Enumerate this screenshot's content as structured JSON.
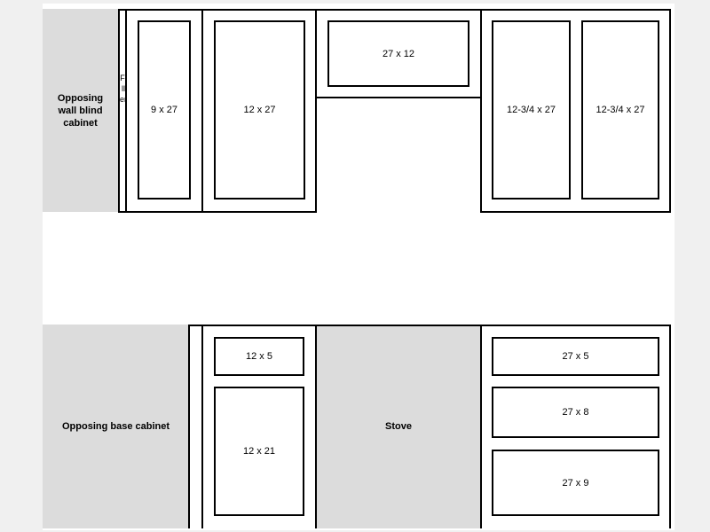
{
  "upper": {
    "opposing_label": "Opposing wall blind cabinet",
    "filler_label": "Filler",
    "door_9x27": "9 x 27",
    "door_12x27": "12 x 27",
    "door_27x12": "27 x 12",
    "door_1234x27_left": "12-3/4 x 27",
    "door_1234x27_right": "12-3/4 x 27"
  },
  "lower": {
    "opposing_label": "Opposing base cabinet",
    "drawer_12x5": "12 x 5",
    "door_12x21": "12 x 21",
    "stove_label": "Stove",
    "drawer_27x5": "27 x 5",
    "drawer_27x8": "27 x 8",
    "drawer_27x9": "27 x 9"
  },
  "colors": {
    "background": "#f0f0f0",
    "panel": "#ffffff",
    "opposing_fill": "#dcdcdc",
    "line": "#000000"
  }
}
